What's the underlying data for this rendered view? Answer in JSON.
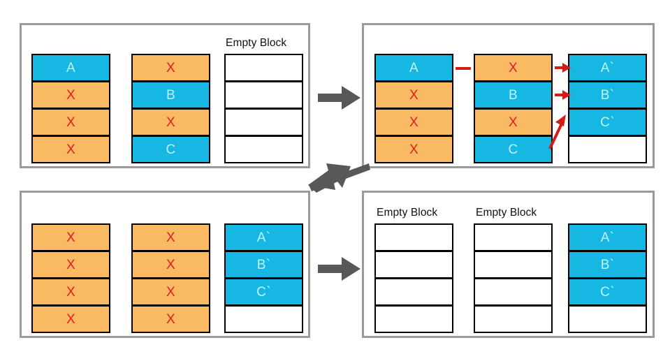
{
  "diagram": {
    "title": "Garbage collection copying / compaction steps",
    "colors": {
      "live_object": "#16b7e2",
      "live_object_text": "#bff3ff",
      "garbage_object": "#fab963",
      "garbage_mark": "#e02020",
      "panel_border": "#9a9a9a",
      "cell_border": "#000000",
      "flow_arrow": "#58585a",
      "annotation_arrow": "#d51c12",
      "empty_cell": "#ffffff"
    },
    "labels": {
      "empty_block": "Empty Block",
      "garbage_mark": "X"
    },
    "panels": [
      {
        "id": "panel-step-1",
        "name": "step-1-initial-heap",
        "stacks": [
          {
            "id": "stack-1-1",
            "caption": "",
            "cells": [
              {
                "label": "A",
                "state": "live"
              },
              {
                "label": "X",
                "state": "garbage"
              },
              {
                "label": "X",
                "state": "garbage"
              },
              {
                "label": "X",
                "state": "garbage"
              }
            ]
          },
          {
            "id": "stack-1-2",
            "caption": "",
            "cells": [
              {
                "label": "X",
                "state": "garbage"
              },
              {
                "label": "B",
                "state": "live"
              },
              {
                "label": "X",
                "state": "garbage"
              },
              {
                "label": "C",
                "state": "live"
              }
            ]
          },
          {
            "id": "stack-1-3",
            "caption": "Empty Block",
            "cells": [
              {
                "label": "",
                "state": "empty"
              },
              {
                "label": "",
                "state": "empty"
              },
              {
                "label": "",
                "state": "empty"
              },
              {
                "label": "",
                "state": "empty"
              }
            ]
          }
        ]
      },
      {
        "id": "panel-step-2",
        "name": "step-2-copying-live-objects",
        "stacks": [
          {
            "id": "stack-2-1",
            "caption": "",
            "cells": [
              {
                "label": "A",
                "state": "live"
              },
              {
                "label": "X",
                "state": "garbage"
              },
              {
                "label": "X",
                "state": "garbage"
              },
              {
                "label": "X",
                "state": "garbage"
              }
            ]
          },
          {
            "id": "stack-2-2",
            "caption": "",
            "cells": [
              {
                "label": "X",
                "state": "garbage"
              },
              {
                "label": "B",
                "state": "live"
              },
              {
                "label": "X",
                "state": "garbage"
              },
              {
                "label": "C",
                "state": "live"
              }
            ]
          },
          {
            "id": "stack-2-3",
            "caption": "",
            "cells": [
              {
                "label": "A`",
                "state": "live"
              },
              {
                "label": "B`",
                "state": "live"
              },
              {
                "label": "C`",
                "state": "live"
              },
              {
                "label": "",
                "state": "empty"
              }
            ]
          }
        ]
      },
      {
        "id": "panel-step-3",
        "name": "step-3-old-blocks-all-garbage",
        "stacks": [
          {
            "id": "stack-3-1",
            "caption": "",
            "cells": [
              {
                "label": "X",
                "state": "garbage"
              },
              {
                "label": "X",
                "state": "garbage"
              },
              {
                "label": "X",
                "state": "garbage"
              },
              {
                "label": "X",
                "state": "garbage"
              }
            ]
          },
          {
            "id": "stack-3-2",
            "caption": "",
            "cells": [
              {
                "label": "X",
                "state": "garbage"
              },
              {
                "label": "X",
                "state": "garbage"
              },
              {
                "label": "X",
                "state": "garbage"
              },
              {
                "label": "X",
                "state": "garbage"
              }
            ]
          },
          {
            "id": "stack-3-3",
            "caption": "",
            "cells": [
              {
                "label": "A`",
                "state": "live"
              },
              {
                "label": "B`",
                "state": "live"
              },
              {
                "label": "C`",
                "state": "live"
              },
              {
                "label": "",
                "state": "empty"
              }
            ]
          }
        ]
      },
      {
        "id": "panel-step-4",
        "name": "step-4-blocks-reclaimed",
        "stacks": [
          {
            "id": "stack-4-1",
            "caption": "Empty Block",
            "cells": [
              {
                "label": "",
                "state": "empty"
              },
              {
                "label": "",
                "state": "empty"
              },
              {
                "label": "",
                "state": "empty"
              },
              {
                "label": "",
                "state": "empty"
              }
            ]
          },
          {
            "id": "stack-4-2",
            "caption": "Empty Block",
            "cells": [
              {
                "label": "",
                "state": "empty"
              },
              {
                "label": "",
                "state": "empty"
              },
              {
                "label": "",
                "state": "empty"
              },
              {
                "label": "",
                "state": "empty"
              }
            ]
          },
          {
            "id": "stack-4-3",
            "caption": "",
            "cells": [
              {
                "label": "A`",
                "state": "live"
              },
              {
                "label": "B`",
                "state": "live"
              },
              {
                "label": "C`",
                "state": "live"
              },
              {
                "label": "",
                "state": "empty"
              }
            ]
          }
        ]
      }
    ],
    "flow_arrows": [
      {
        "id": "flow-1-to-2",
        "direction": "right"
      },
      {
        "id": "flow-2-to-3",
        "direction": "left-diagonal"
      },
      {
        "id": "flow-3-to-4",
        "direction": "right"
      }
    ],
    "annotations": [
      {
        "id": "annotation-dash-a",
        "type": "dash"
      },
      {
        "id": "annotation-arrow-a",
        "type": "arrow-right"
      },
      {
        "id": "annotation-arrow-b",
        "type": "arrow-right"
      },
      {
        "id": "annotation-arrow-c",
        "type": "arrow-up-right"
      }
    ]
  }
}
